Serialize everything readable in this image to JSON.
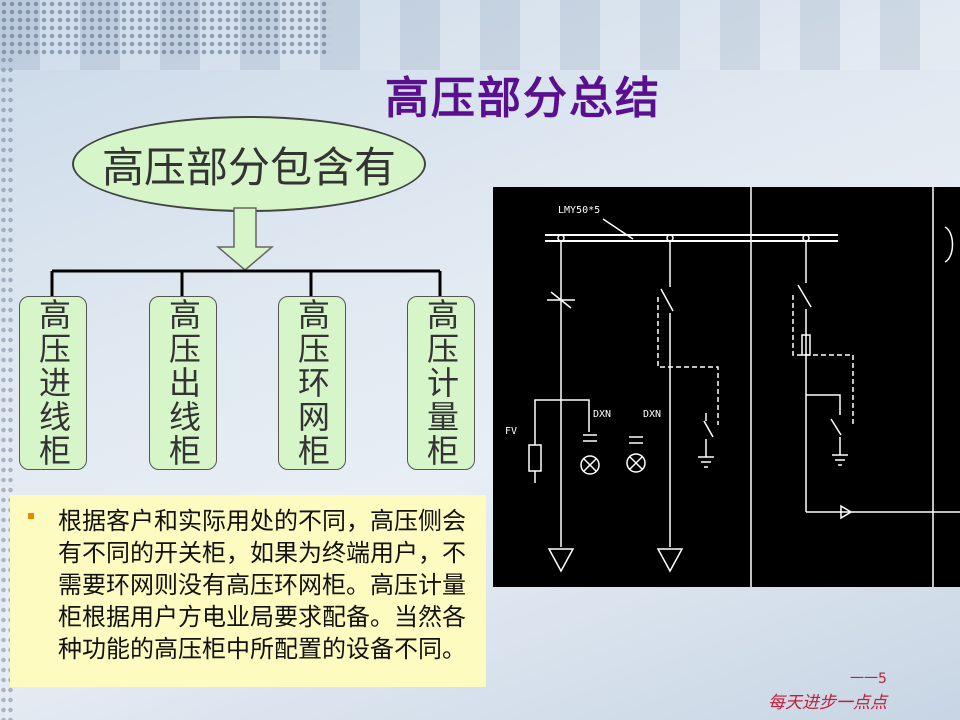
{
  "title": "高压部分总结",
  "root_label": "高压部分包含有",
  "cabinets": [
    {
      "label": "高压进线柜"
    },
    {
      "label": "高压出线柜"
    },
    {
      "label": "高压环网柜"
    },
    {
      "label": "高压计量柜"
    }
  ],
  "note_text": "根据客户和实际用处的不同，高压侧会有不同的开关柜，如果为终端用户，不需要环网则没有高压环网柜。高压计量柜根据用户方电业局要求配备。当然各种功能的高压柜中所配置的设备不同。",
  "schematic": {
    "busbar_label": "LMY50*5",
    "fv_label": "FV",
    "dxn_label_1": "DXN",
    "dxn_label_2": "DXN"
  },
  "footer": {
    "page_mark": "一一5",
    "slogan": "每天进步一点点"
  },
  "colors": {
    "title": "#5a0f8f",
    "box_fill": "#d6f5c8",
    "note_fill": "#fdfbc0",
    "schematic_line": "#ffffff"
  }
}
